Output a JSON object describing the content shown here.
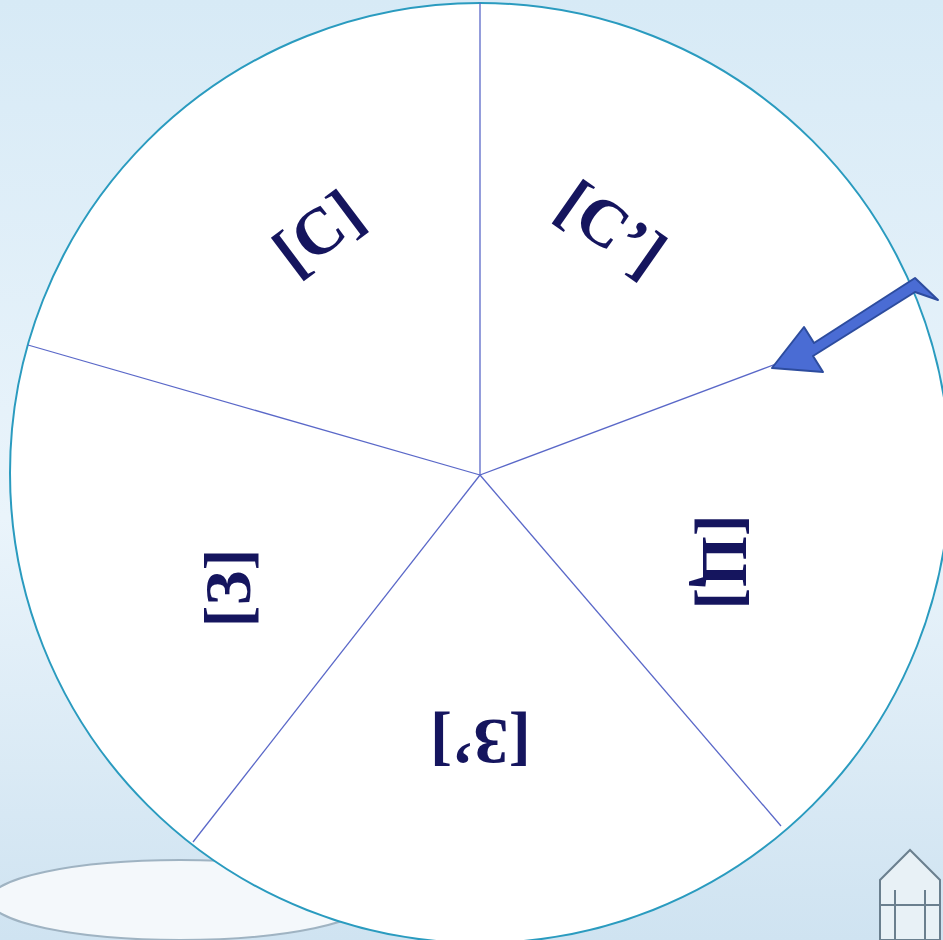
{
  "diagram": {
    "nodes": [
      {
        "text": [
          "[С]"
        ]
      },
      {
        "text": [
          "[С’]"
        ]
      },
      {
        "text": [
          "[Ц]"
        ]
      },
      {
        "text": [
          "[З’]"
        ]
      },
      {
        "text": [
          "[З]"
        ]
      }
    ]
  }
}
